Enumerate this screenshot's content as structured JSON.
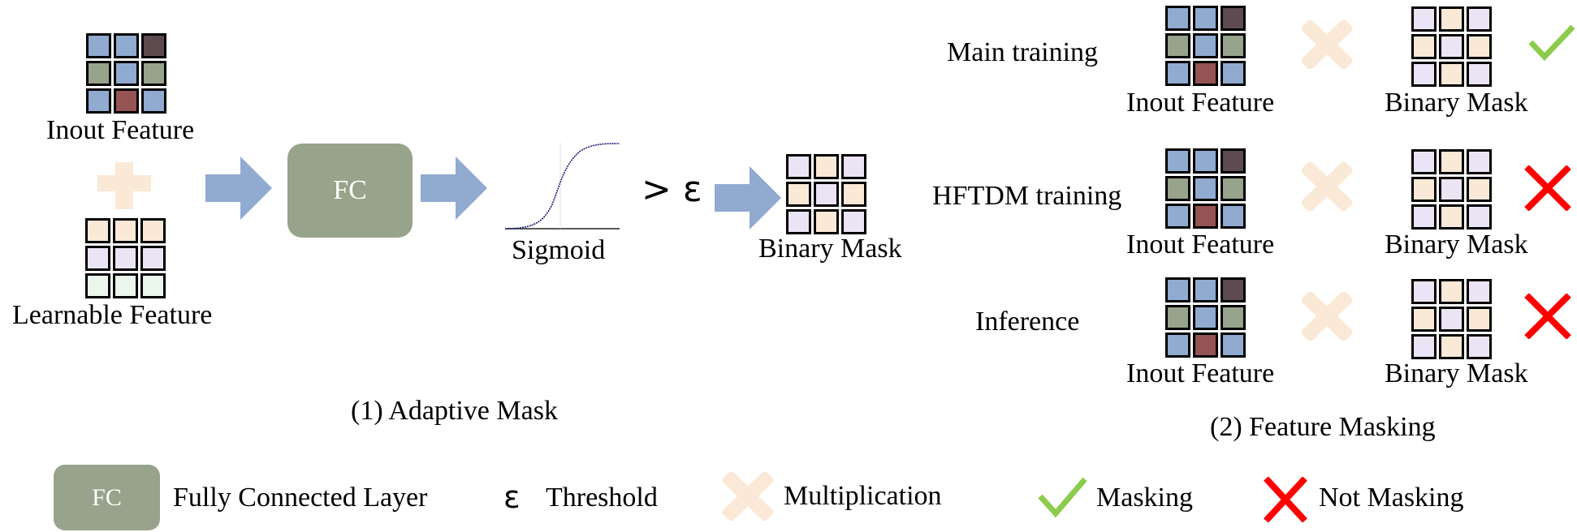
{
  "colors": {
    "blue": "#90aad0",
    "dark": "#5e4b4f",
    "green": "#97a38a",
    "red": "#955353",
    "peach": "#fae9d6",
    "lavender": "#ebe4f5",
    "mint": "#ebf7ec",
    "arrow": "#90aad0",
    "fc_box": "#97a38a",
    "check": "#8bcc4c",
    "cross_red": "#ff0000",
    "multiply": "#fae9d6"
  },
  "input_feature_cells": [
    "blue",
    "blue",
    "dark",
    "green",
    "blue",
    "green",
    "blue",
    "red",
    "blue"
  ],
  "learnable_feature_cells": [
    "peach",
    "peach",
    "peach",
    "lavender",
    "lavender",
    "lavender",
    "mint",
    "mint",
    "mint"
  ],
  "binary_mask_cells": [
    "lavender",
    "peach",
    "lavender",
    "peach",
    "lavender",
    "peach",
    "lavender",
    "peach",
    "lavender"
  ],
  "adaptive_mask": {
    "input_label": "Inout Feature",
    "learnable_label": "Learnable Feature",
    "fc_label": "FC",
    "sigmoid_label": "Sigmoid",
    "threshold_expr": "> ε",
    "mask_label": "Binary Mask",
    "caption": "(1) Adaptive Mask"
  },
  "feature_masking": {
    "caption": "(2) Feature Masking",
    "rows": [
      {
        "label": "Main training",
        "input_label": "Inout Feature",
        "mask_label": "Binary Mask",
        "status": "masking"
      },
      {
        "label": "HFTDM training",
        "input_label": "Inout Feature",
        "mask_label": "Binary Mask",
        "status": "not-masking"
      },
      {
        "label": "Inference",
        "input_label": "Inout Feature",
        "mask_label": "Binary Mask",
        "status": "not-masking"
      }
    ]
  },
  "legend": {
    "fc_box": "FC",
    "fc_text": "Fully Connected Layer",
    "epsilon": "ε",
    "threshold_text": "Threshold",
    "multiplication_text": "Multiplication",
    "masking_text": "Masking",
    "not_masking_text": "Not Masking"
  }
}
